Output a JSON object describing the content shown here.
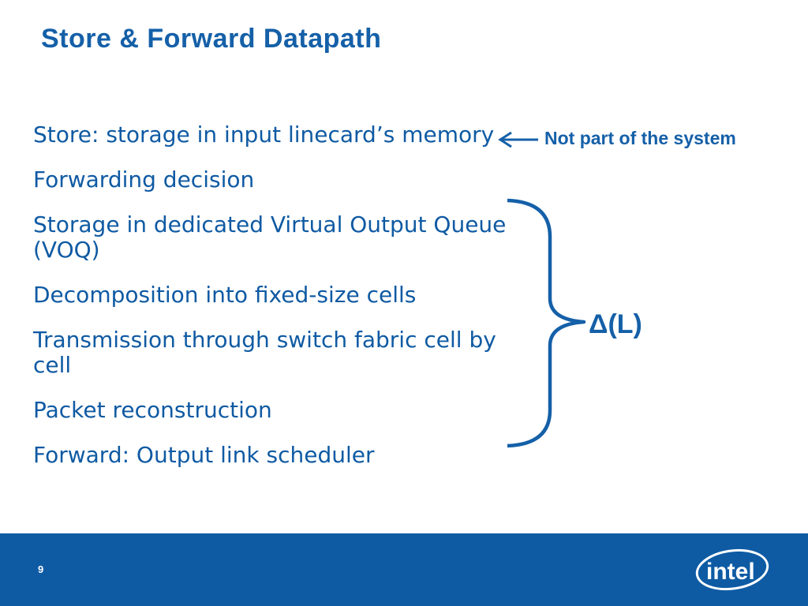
{
  "slide": {
    "title": "Store & Forward Datapath",
    "bullets": [
      "Store: storage in input linecard’s memory",
      "Forwarding decision",
      "Storage in dedicated Virtual Output Queue (VOQ)",
      "Decomposition into fixed-size cells",
      "Transmission through switch fabric cell by cell",
      "Packet reconstruction",
      "Forward: Output link scheduler"
    ],
    "annotation": "Not part of the system",
    "brace_label": "Δ(L)"
  },
  "footer": {
    "page_number": "9",
    "logo_text": "intel"
  },
  "colors": {
    "accent": "#1560a8",
    "footer_bg": "#0e5ba4",
    "text": "#0f5aa3"
  }
}
